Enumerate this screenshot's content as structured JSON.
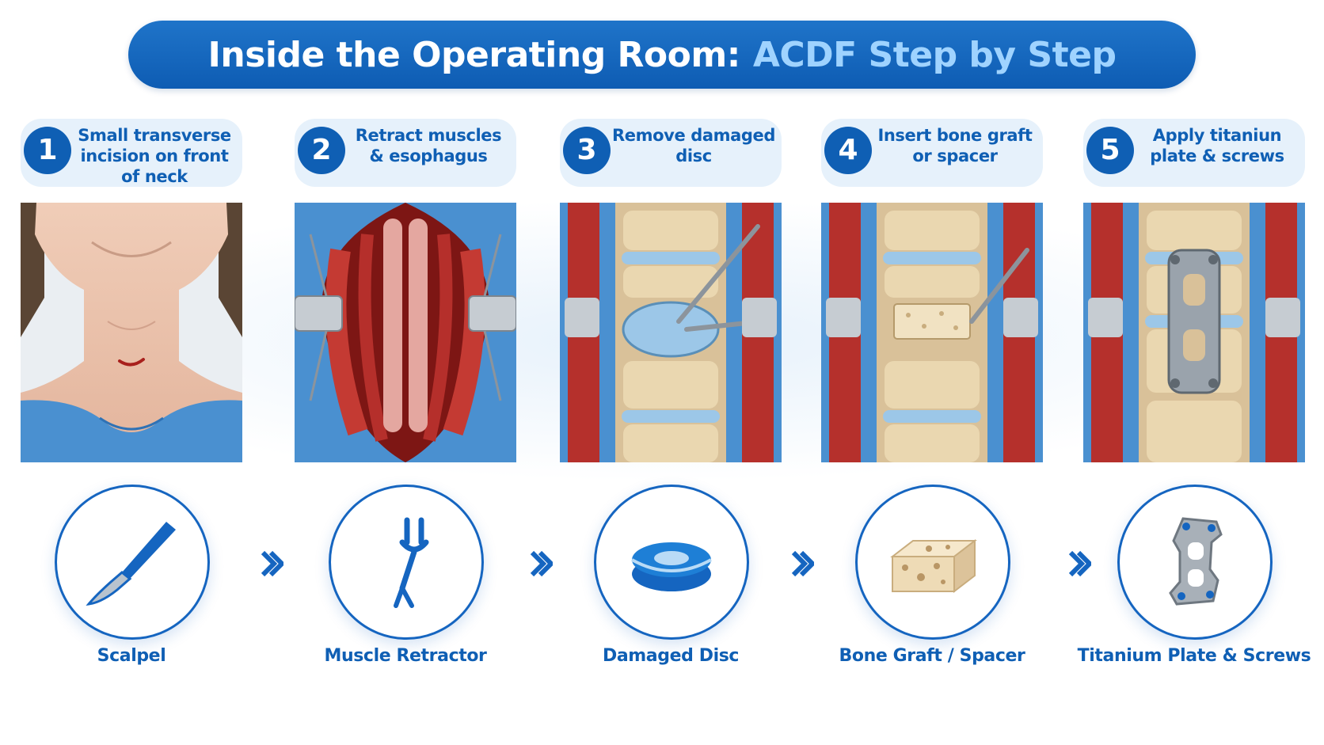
{
  "title": {
    "part1": "Inside the Operating Room:",
    "part2": "ACDF Step by Step"
  },
  "steps": [
    {
      "number": "1",
      "text": "Small transverse incision on front of neck",
      "tool": "Scalpel"
    },
    {
      "number": "2",
      "text": "Retract muscles & esophagus",
      "tool": "Muscle Retractor"
    },
    {
      "number": "3",
      "text": "Remove damaged disc",
      "tool": "Damaged Disc"
    },
    {
      "number": "4",
      "text": "Insert bone graft or spacer",
      "tool": "Bone Graft / Spacer"
    },
    {
      "number": "5",
      "text": "Apply titaniun plate & screws",
      "tool": "Titanium Plate & Screws"
    }
  ],
  "colors": {
    "primary": "#0f5fb4",
    "accent_light": "#9fd3ff",
    "header_bg": "#e6f1fb",
    "scrubs": "#4a90d0",
    "muscle": "#b5302c",
    "bone": "#ead7b0",
    "disc": "#9cc7e8",
    "metal": "#a8b0b8"
  },
  "icons": [
    "scalpel-icon",
    "retractor-icon",
    "disc-icon",
    "bone-graft-icon",
    "titanium-plate-icon",
    "arrow-right-icon"
  ]
}
